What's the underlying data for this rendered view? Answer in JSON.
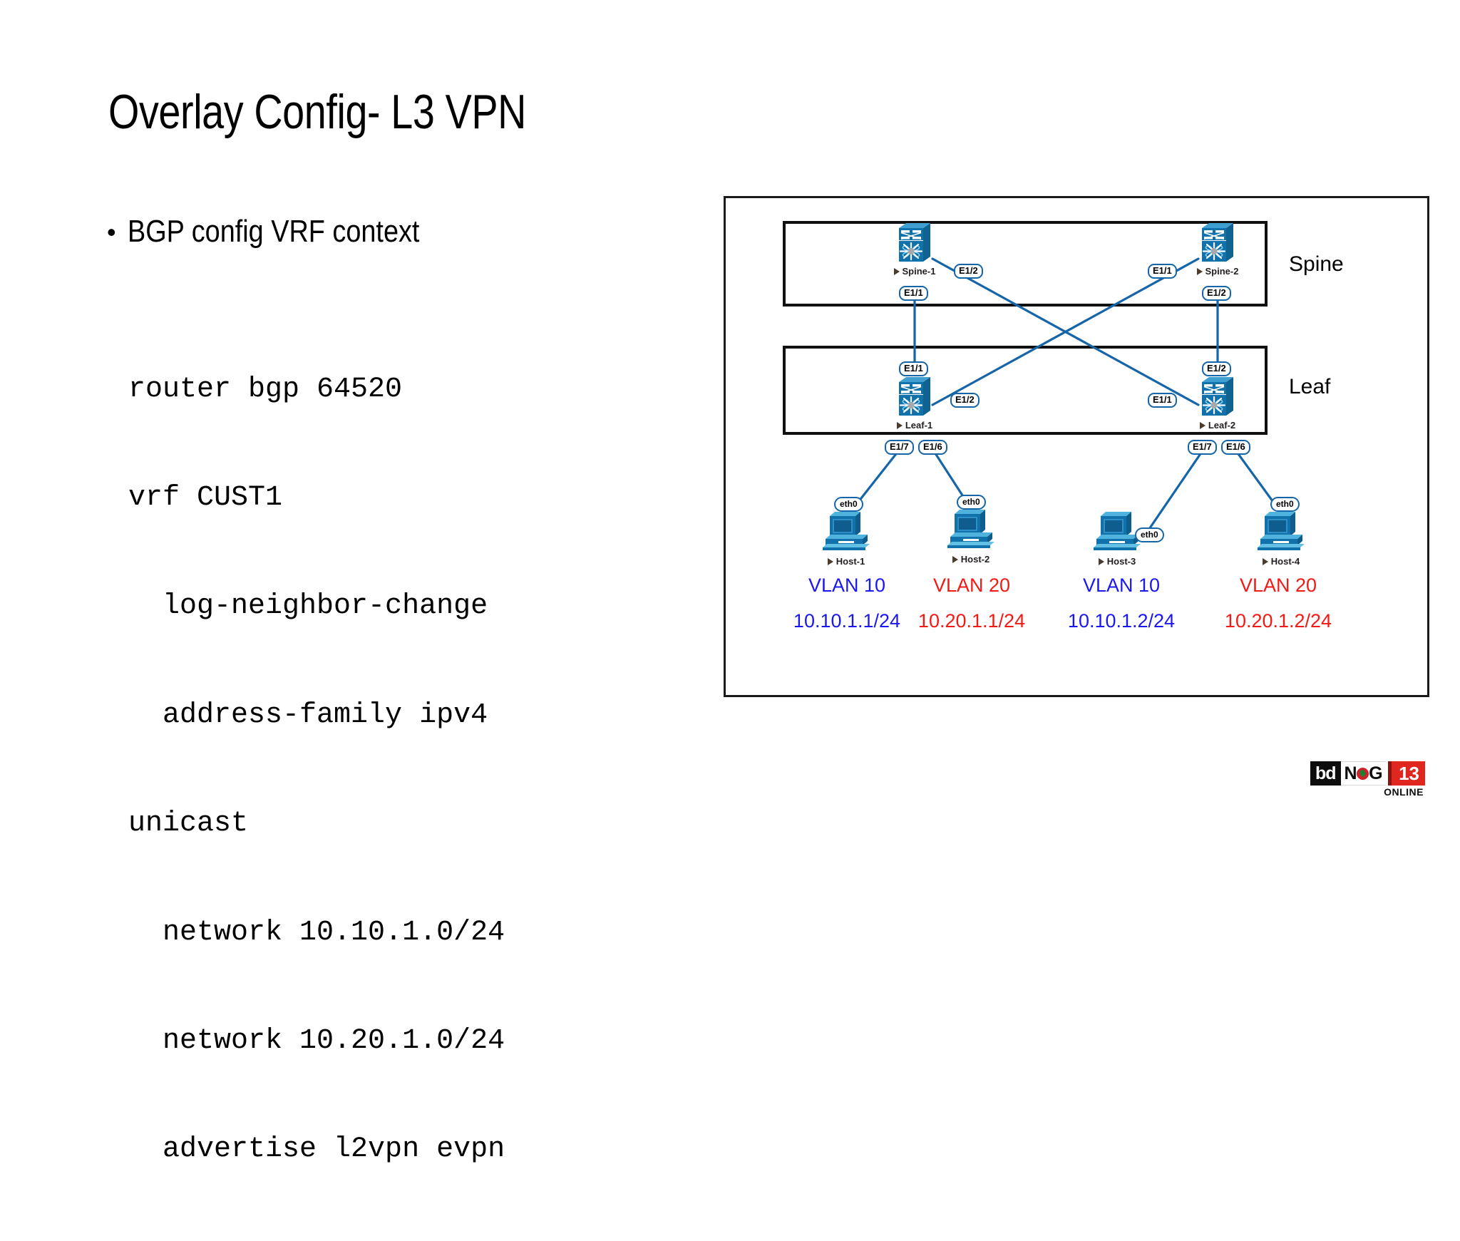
{
  "slide": {
    "title": "Overlay Config- L3 VPN",
    "bullet": "BGP config VRF context",
    "bullet_marker": "•"
  },
  "code": {
    "lines": [
      "router bgp 64520",
      "vrf CUST1",
      "  log-neighbor-change",
      "  address-family ipv4",
      "unicast",
      "  network 10.10.1.0/24",
      "  network 10.20.1.0/24",
      "  advertise l2vpn evpn"
    ]
  },
  "diagram": {
    "tiers": [
      {
        "label": "Spine"
      },
      {
        "label": "Leaf"
      }
    ],
    "nodes": [
      {
        "name": "Spine-1"
      },
      {
        "name": "Spine-2"
      },
      {
        "name": "Leaf-1"
      },
      {
        "name": "Leaf-2"
      },
      {
        "name": "Host-1"
      },
      {
        "name": "Host-2"
      },
      {
        "name": "Host-3"
      },
      {
        "name": "Host-4"
      }
    ],
    "ports": {
      "spine1_e12": "E1/2",
      "spine1_e11": "E1/1",
      "spine2_e11": "E1/1",
      "spine2_e12": "E1/2",
      "leaf1_e11": "E1/1",
      "leaf1_e12": "E1/2",
      "leaf2_e11": "E1/1",
      "leaf2_e12": "E1/2",
      "leaf1_e17": "E1/7",
      "leaf1_e16": "E1/6",
      "leaf2_e17": "E1/7",
      "leaf2_e16": "E1/6"
    },
    "eth_labels": {
      "host1": "eth0",
      "host2": "eth0",
      "host3": "eth0",
      "host4": "eth0"
    },
    "hosts": [
      {
        "name": "Host-1",
        "vlan": "VLAN 10",
        "ip": "10.10.1.1/24",
        "color": "#1a18ee"
      },
      {
        "name": "Host-2",
        "vlan": "VLAN 20",
        "ip": "10.20.1.1/24",
        "color": "#f21a14"
      },
      {
        "name": "Host-3",
        "vlan": "VLAN 10",
        "ip": "10.10.1.2/24",
        "color": "#1a18ee"
      },
      {
        "name": "Host-4",
        "vlan": "VLAN 20",
        "ip": "10.20.1.2/24",
        "color": "#f21a14"
      }
    ],
    "colors": {
      "link": "#1565a8",
      "device": "#1172ab",
      "vlan10": "#1a18ee",
      "vlan20": "#f21a14",
      "border": "#111111"
    }
  },
  "logo": {
    "bd": "bd",
    "nog_left": "N",
    "nog_right": "G",
    "number": "13",
    "online": "ONLINE"
  }
}
